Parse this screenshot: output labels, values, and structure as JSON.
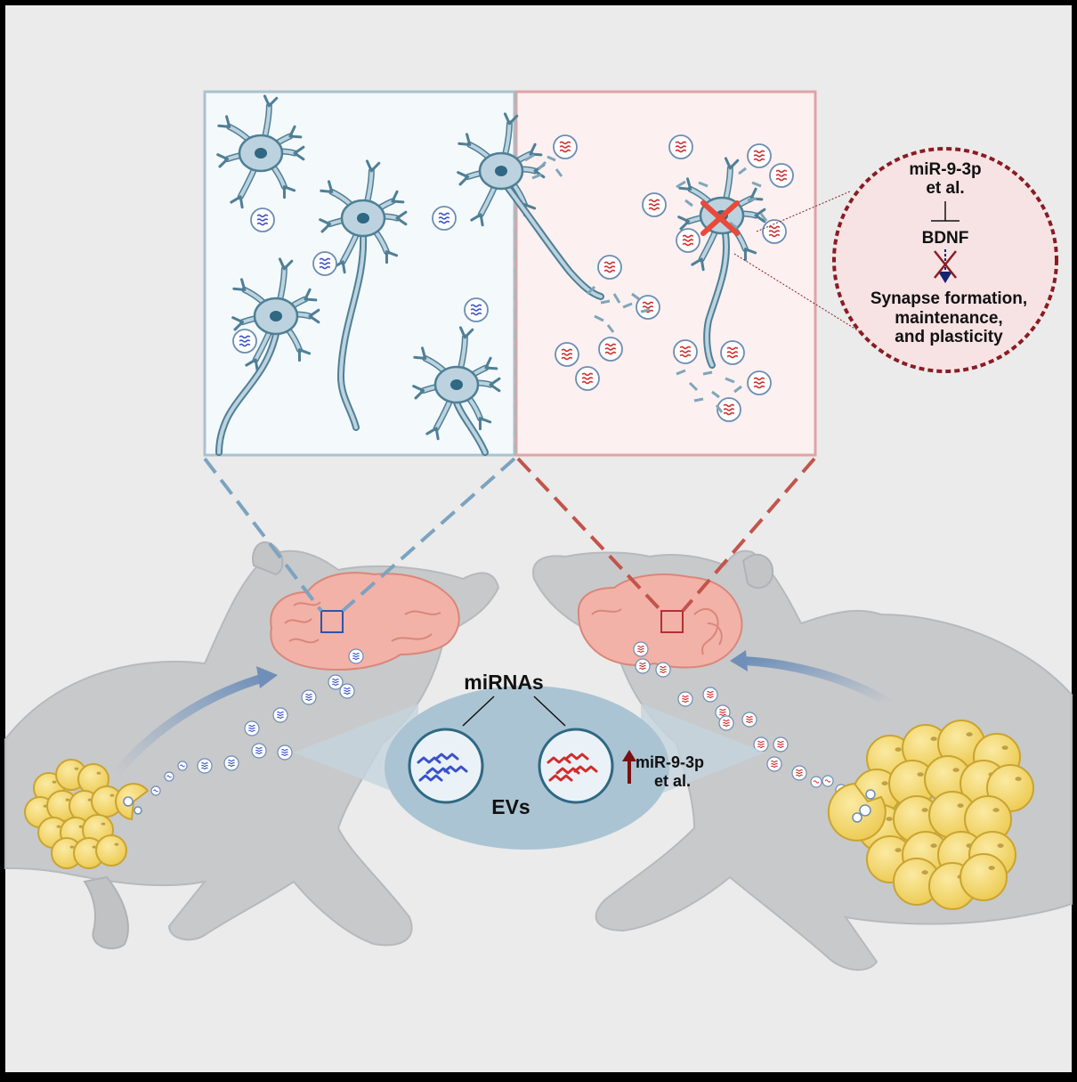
{
  "labels": {
    "mirnas": "miRNAs",
    "evs": "EVs",
    "up_mir_line1": "miR-9-3p",
    "up_mir_line2": "et al.",
    "zoom_mir_line1": "miR-9-3p",
    "zoom_mir_line2": "et al.",
    "zoom_bdnf": "BDNF",
    "zoom_syn_line1": "Synapse formation,",
    "zoom_syn_line2": "maintenance,",
    "zoom_syn_line3": "and plasticity"
  },
  "colors": {
    "frame": "#000000",
    "background": "#ebebeb",
    "mouse_body": "#c8c9cb",
    "mouse_outline": "#b7b9bc",
    "brain": "#f2b2a8",
    "brain_outline": "#d9877a",
    "healthy_panel": "#f4f9fc",
    "healthy_border": "#a9c3cf",
    "disease_panel": "#fcf0f0",
    "disease_border": "#e0a3a6",
    "neuron": "#bcd3df",
    "neuron_outline": "#4f7f96",
    "nucleus": "#2f6883",
    "healthy_mirna": "#3a52c9",
    "disease_mirna": "#d02d2d",
    "fat_cell": "#f1d46a",
    "fat_outline": "#c9a430",
    "ev_oval": "#aac4d3",
    "up_arrow": "#7a1010",
    "zoom_circle_fill": "#f7e3e4",
    "zoom_circle_border": "#8a1c22",
    "block_x": "#e84a3a",
    "bdnf_arrow": "#16256e"
  }
}
